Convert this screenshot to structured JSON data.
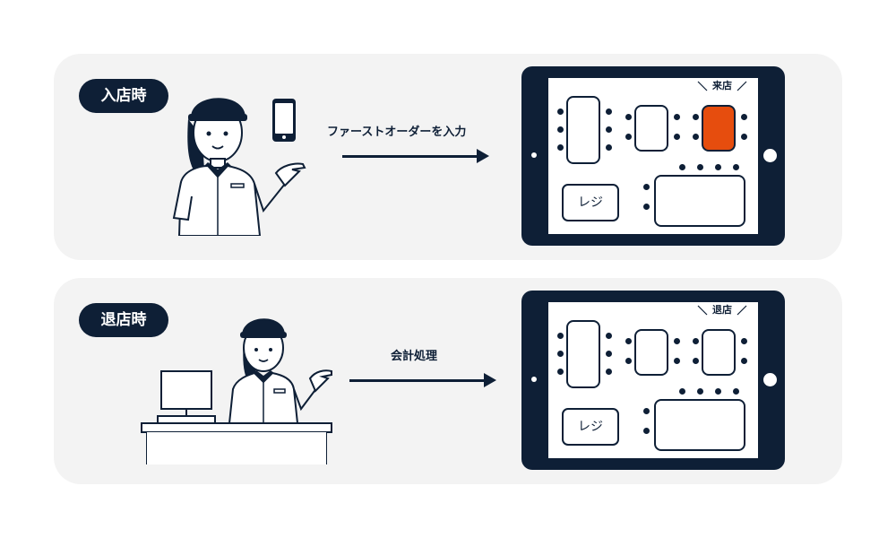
{
  "scenes": [
    {
      "tag": "入店時",
      "action": "ファーストオーダーを入力",
      "tablet": {
        "status_label": "来店",
        "register_label": "レジ",
        "highlight_color": "#e64d0e"
      }
    },
    {
      "tag": "退店時",
      "action": "会計処理",
      "tablet": {
        "status_label": "退店",
        "register_label": "レジ"
      }
    }
  ],
  "colors": {
    "navy": "#0e1f36",
    "panel_bg": "#f3f3f3",
    "highlight": "#e64d0e"
  }
}
